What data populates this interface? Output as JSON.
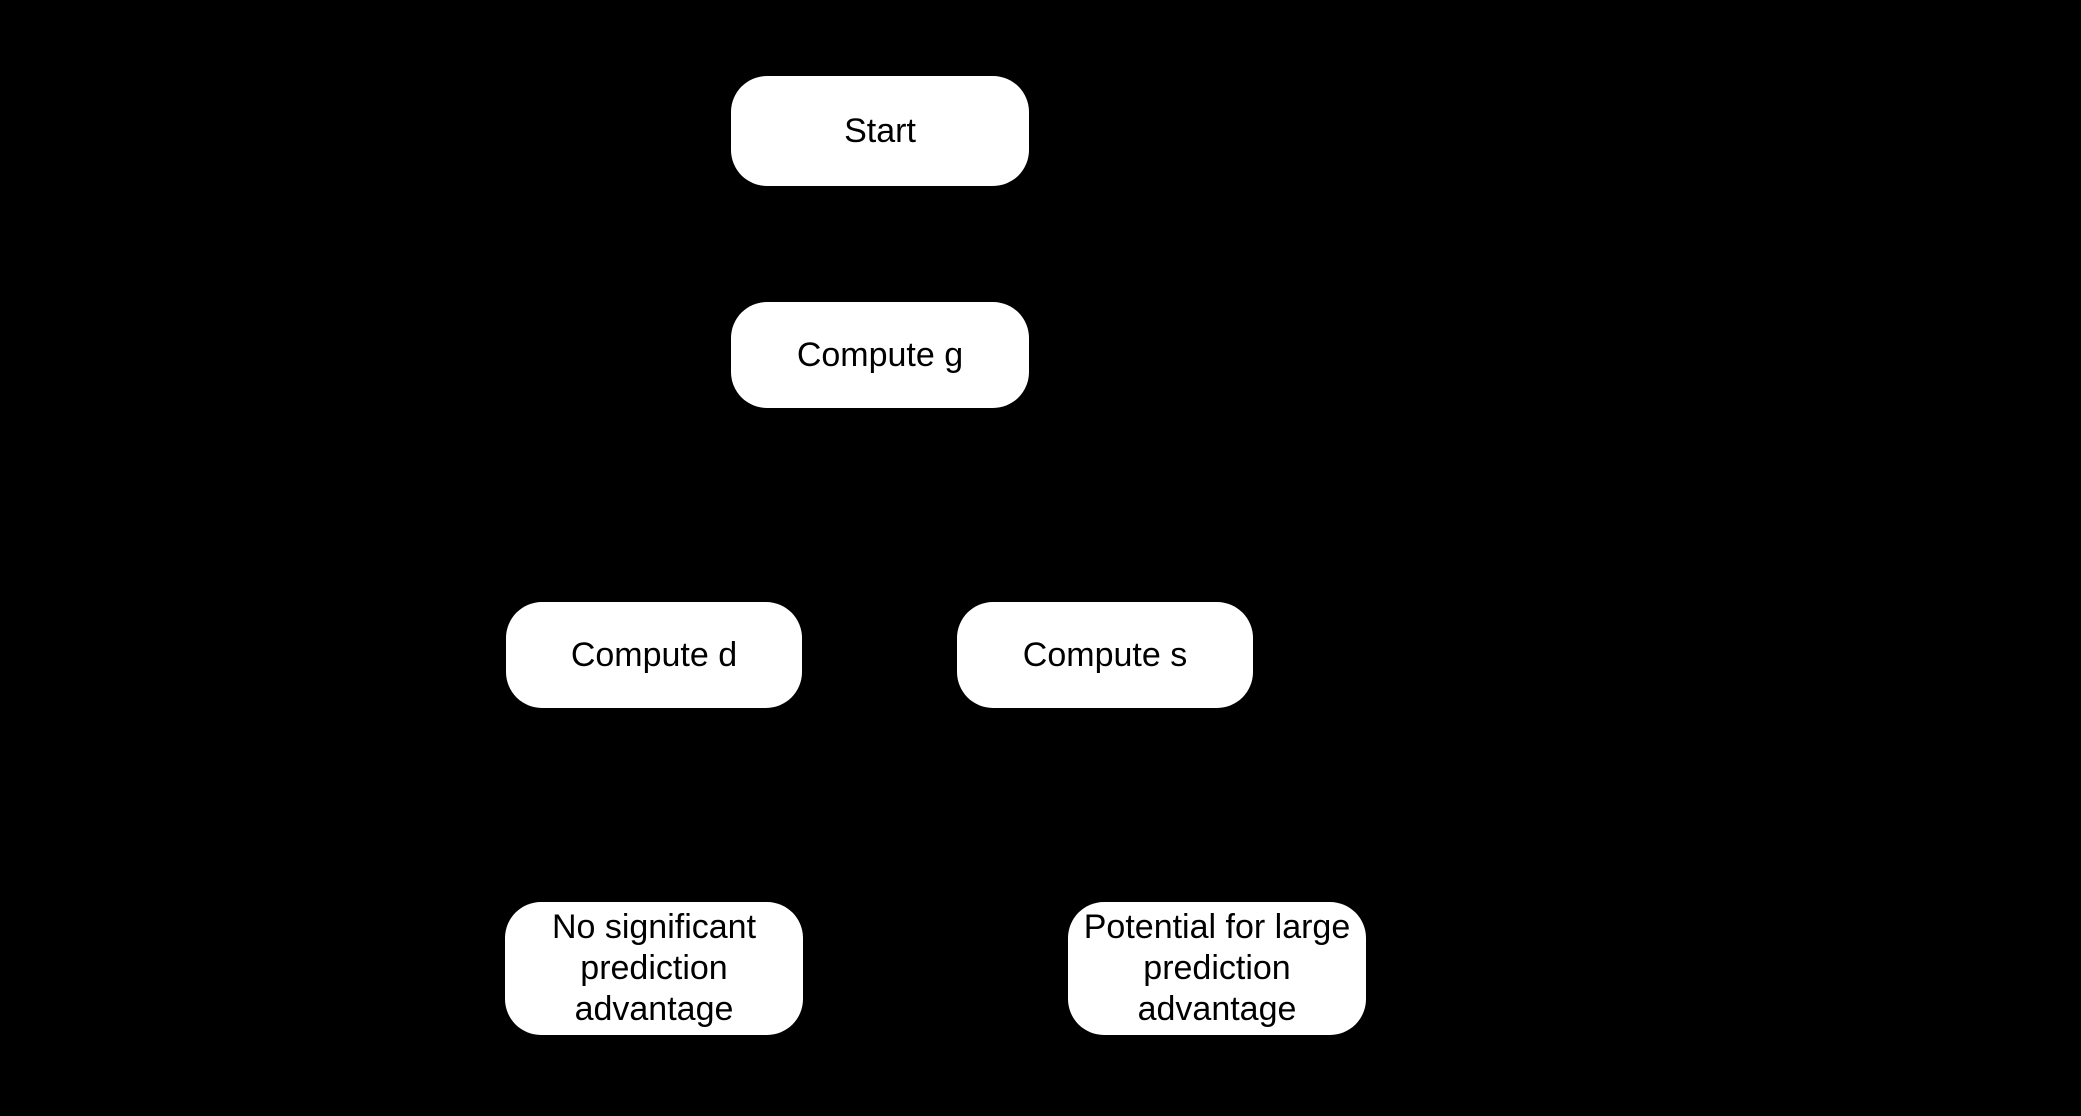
{
  "diagram": {
    "type": "flowchart",
    "colors": {
      "background": "#000000",
      "node_fill": "#ffffff",
      "node_text": "#000000"
    },
    "nodes": {
      "start": {
        "label": "Start"
      },
      "compute_g": {
        "label": "Compute g"
      },
      "compute_d": {
        "label": "Compute d"
      },
      "compute_s": {
        "label": "Compute s"
      },
      "outcome_none": {
        "label": "No significant\nprediction\nadvantage"
      },
      "outcome_potential": {
        "label": "Potential for large\nprediction\nadvantage"
      }
    }
  }
}
